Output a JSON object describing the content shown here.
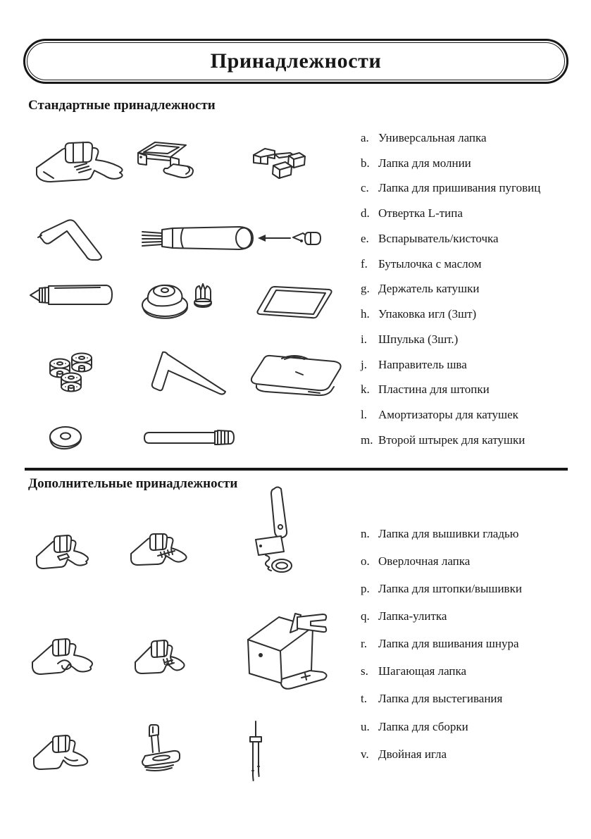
{
  "page_title": "Принадлежности",
  "colors": {
    "ink": "#171717",
    "line": "#2d2d2d",
    "paper": "#ffffff"
  },
  "sections": [
    {
      "heading": "Стандартные принадлежности",
      "items": [
        {
          "letter": "a.",
          "label": "Универсальная лапка",
          "figure": "universal-foot"
        },
        {
          "letter": "b.",
          "label": "Лапка для молнии",
          "figure": "zipper-foot"
        },
        {
          "letter": "c.",
          "label": "Лапка для пришивания пуговиц",
          "figure": "button-sewing-foot"
        },
        {
          "letter": "d.",
          "label": "Отвертка L-типа",
          "figure": "l-type-screwdriver"
        },
        {
          "letter": "e.",
          "label": "Вспарыватель/кисточка",
          "figure": "seam-ripper-brush"
        },
        {
          "letter": "f.",
          "label": "Бутылочка с маслом",
          "figure": "oil-bottle"
        },
        {
          "letter": "g.",
          "label": "Держатель катушки",
          "figure": "spool-holder"
        },
        {
          "letter": "h.",
          "label": "Упаковка игл (3шт)",
          "figure": "needle-pack"
        },
        {
          "letter": "i.",
          "label": "Шпулька (3шт.)",
          "figure": "bobbins"
        },
        {
          "letter": "j.",
          "label": "Направитель шва",
          "figure": "seam-guide"
        },
        {
          "letter": "k.",
          "label": "Пластина для штопки",
          "figure": "darning-plate"
        },
        {
          "letter": "l.",
          "label": "Амортизаторы для катушек",
          "figure": "spool-cushions"
        },
        {
          "letter": "m.",
          "label": "Второй штырек для катушки",
          "figure": "second-spool-pin"
        }
      ]
    },
    {
      "heading": "Дополнительные принадлежности",
      "items": [
        {
          "letter": "n.",
          "label": "Лапка для вышивки гладью",
          "figure": "satin-stitch-foot"
        },
        {
          "letter": "o.",
          "label": "Оверлочная лапка",
          "figure": "overcasting-foot"
        },
        {
          "letter": "p.",
          "label": "Лапка для штопки/вышивки",
          "figure": "darning-embroidery-foot"
        },
        {
          "letter": "q.",
          "label": "Лапка-улитка",
          "figure": "hemmer-foot"
        },
        {
          "letter": "r.",
          "label": "Лапка для вшивания шнура",
          "figure": "cording-foot"
        },
        {
          "letter": "s.",
          "label": "Шагающая лапка",
          "figure": "walking-foot"
        },
        {
          "letter": "t.",
          "label": "Лапка для выстегивания",
          "figure": "quilting-foot"
        },
        {
          "letter": "u.",
          "label": "Лапка для сборки",
          "figure": "gathering-foot"
        },
        {
          "letter": "v.",
          "label": "Двойная игла",
          "figure": "twin-needle"
        }
      ]
    }
  ]
}
